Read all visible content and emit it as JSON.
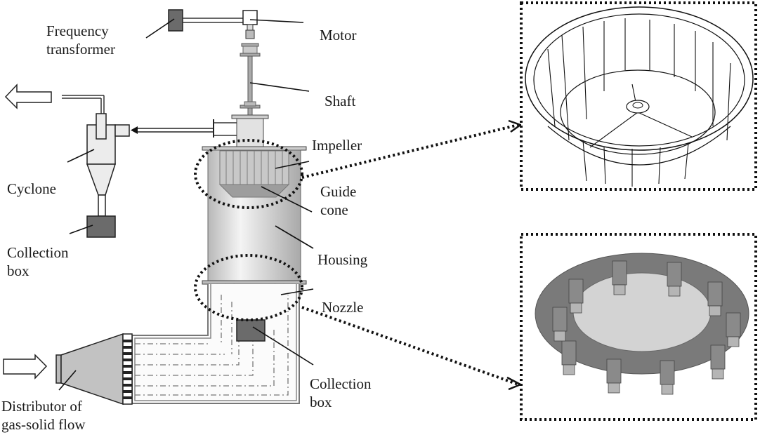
{
  "labels": {
    "frequency_transformer": [
      "Frequency",
      "transformer"
    ],
    "motor": "Motor",
    "shaft": "Shaft",
    "impeller": "Impeller",
    "guide_cone": [
      "Guide",
      "cone"
    ],
    "housing": "Housing",
    "nozzle": "Nozzle",
    "cyclone": "Cyclone",
    "collection_box_top": [
      "Collection",
      "box"
    ],
    "collection_box_bottom": [
      "Collection",
      "box"
    ],
    "distributor": [
      "Distributor of",
      "gas-solid flow"
    ]
  },
  "insets": [
    {
      "name": "impeller-detail",
      "depicts": "Impeller"
    },
    {
      "name": "nozzle-ring-detail",
      "depicts": "Nozzle"
    }
  ],
  "colors": {
    "dark_box": "#6b6b6b",
    "light_fill": "#ececec",
    "housing_fill": "#dcdcdc",
    "ring_fill": "#7a7a7a",
    "line": "#1a1a1a"
  }
}
